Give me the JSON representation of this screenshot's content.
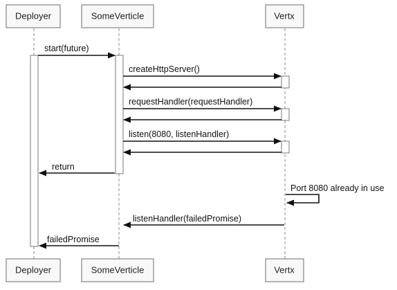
{
  "participants": [
    {
      "id": "deployer",
      "label": "Deployer"
    },
    {
      "id": "someverticle",
      "label": "SomeVerticle"
    },
    {
      "id": "vertx",
      "label": "Vertx"
    }
  ],
  "messages": [
    {
      "id": "start",
      "label": "start(future)",
      "from": "deployer",
      "to": "someverticle"
    },
    {
      "id": "create-http-server",
      "label": "createHttpServer()",
      "from": "someverticle",
      "to": "vertx"
    },
    {
      "id": "create-http-server-return",
      "label": "",
      "from": "vertx",
      "to": "someverticle"
    },
    {
      "id": "request-handler",
      "label": "requestHandler(requestHandler)",
      "from": "someverticle",
      "to": "vertx"
    },
    {
      "id": "request-handler-return",
      "label": "",
      "from": "vertx",
      "to": "someverticle"
    },
    {
      "id": "listen",
      "label": "listen(8080, listenHandler)",
      "from": "someverticle",
      "to": "vertx"
    },
    {
      "id": "listen-return",
      "label": "",
      "from": "vertx",
      "to": "someverticle"
    },
    {
      "id": "return",
      "label": "return",
      "from": "someverticle",
      "to": "deployer"
    },
    {
      "id": "port-in-use",
      "label": "Port 8080 already in use",
      "from": "vertx",
      "to": "vertx"
    },
    {
      "id": "listen-handler-failed",
      "label": "listenHandler(failedPromise)",
      "from": "vertx",
      "to": "someverticle"
    },
    {
      "id": "failed-promise",
      "label": "failedPromise",
      "from": "someverticle",
      "to": "deployer"
    }
  ]
}
